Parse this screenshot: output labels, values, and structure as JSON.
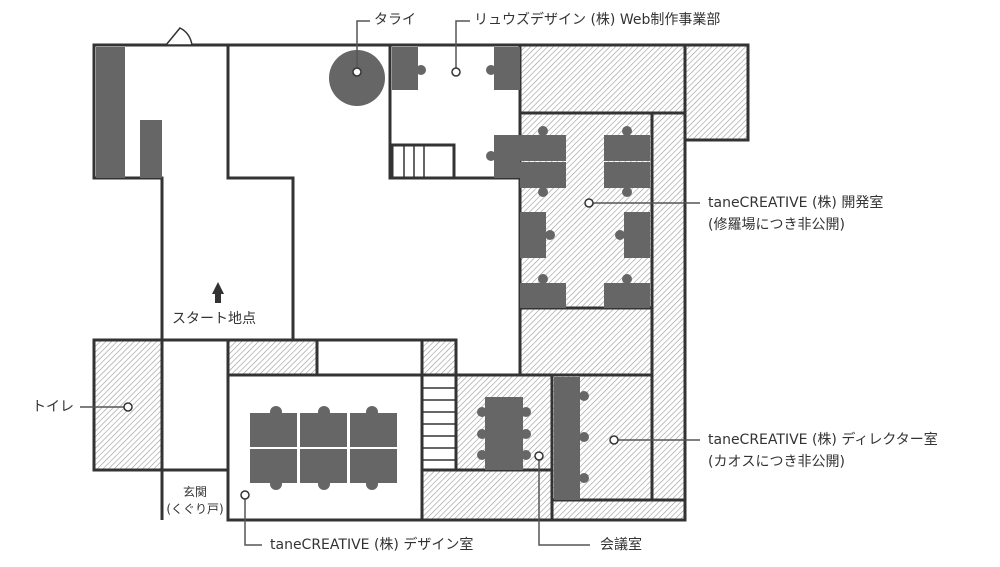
{
  "labels": {
    "tarai": "タライ",
    "ryuuzu": "リュウズデザイン (株) Web制作事業部",
    "dev_room": "taneCREATIVE (株) 開発室",
    "dev_note": "(修羅場につき非公開)",
    "start": "スタート地点",
    "toilet": "トイレ",
    "entrance": "玄関",
    "entrance_note": "(くぐり戸)",
    "design_room": "taneCREATIVE (株) デザイン室",
    "meeting_room": "会議室",
    "director_room": "taneCREATIVE (株) ディレクター室",
    "director_note": "(カオスにつき非公開)"
  },
  "colors": {
    "wall": "#333333",
    "furniture": "#666666",
    "hatch": "#999999"
  }
}
